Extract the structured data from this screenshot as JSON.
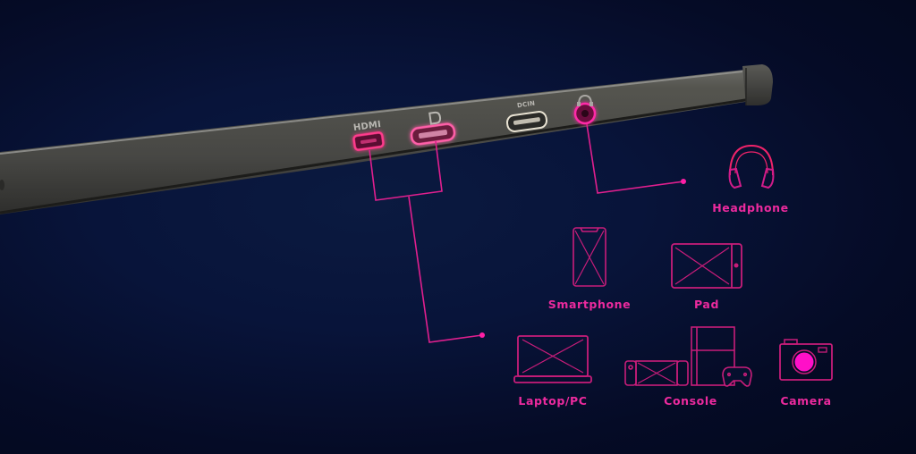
{
  "colors": {
    "accent": "#e5268f",
    "accent_bright": "#ff1aa8",
    "background": "#06102e",
    "device_body": "#4a4a48"
  },
  "ports": [
    {
      "id": "hdmi",
      "label": "HDMI",
      "type": "mini-hdmi",
      "highlighted": true
    },
    {
      "id": "displayport",
      "label": "DP",
      "type": "usb-c",
      "highlighted": true,
      "icon": "displayport-icon"
    },
    {
      "id": "dcin",
      "label": "DCIN",
      "type": "usb-c",
      "highlighted": false
    },
    {
      "id": "audio",
      "label": "",
      "type": "audio-jack",
      "highlighted": true,
      "icon": "headphone-small-icon"
    }
  ],
  "devices": [
    {
      "id": "headphone",
      "label": "Headphone",
      "icon": "headphone-icon",
      "connected_via": "audio"
    },
    {
      "id": "smartphone",
      "label": "Smartphone",
      "icon": "smartphone-icon",
      "connected_via": "hdmi+displayport"
    },
    {
      "id": "pad",
      "label": "Pad",
      "icon": "tablet-icon",
      "connected_via": "hdmi+displayport"
    },
    {
      "id": "laptop",
      "label": "Laptop/PC",
      "icon": "laptop-icon",
      "connected_via": "hdmi+displayport"
    },
    {
      "id": "console",
      "label": "Console",
      "icon": "console-icon",
      "connected_via": "hdmi+displayport"
    },
    {
      "id": "camera",
      "label": "Camera",
      "icon": "camera-icon",
      "connected_via": "hdmi+displayport"
    }
  ]
}
